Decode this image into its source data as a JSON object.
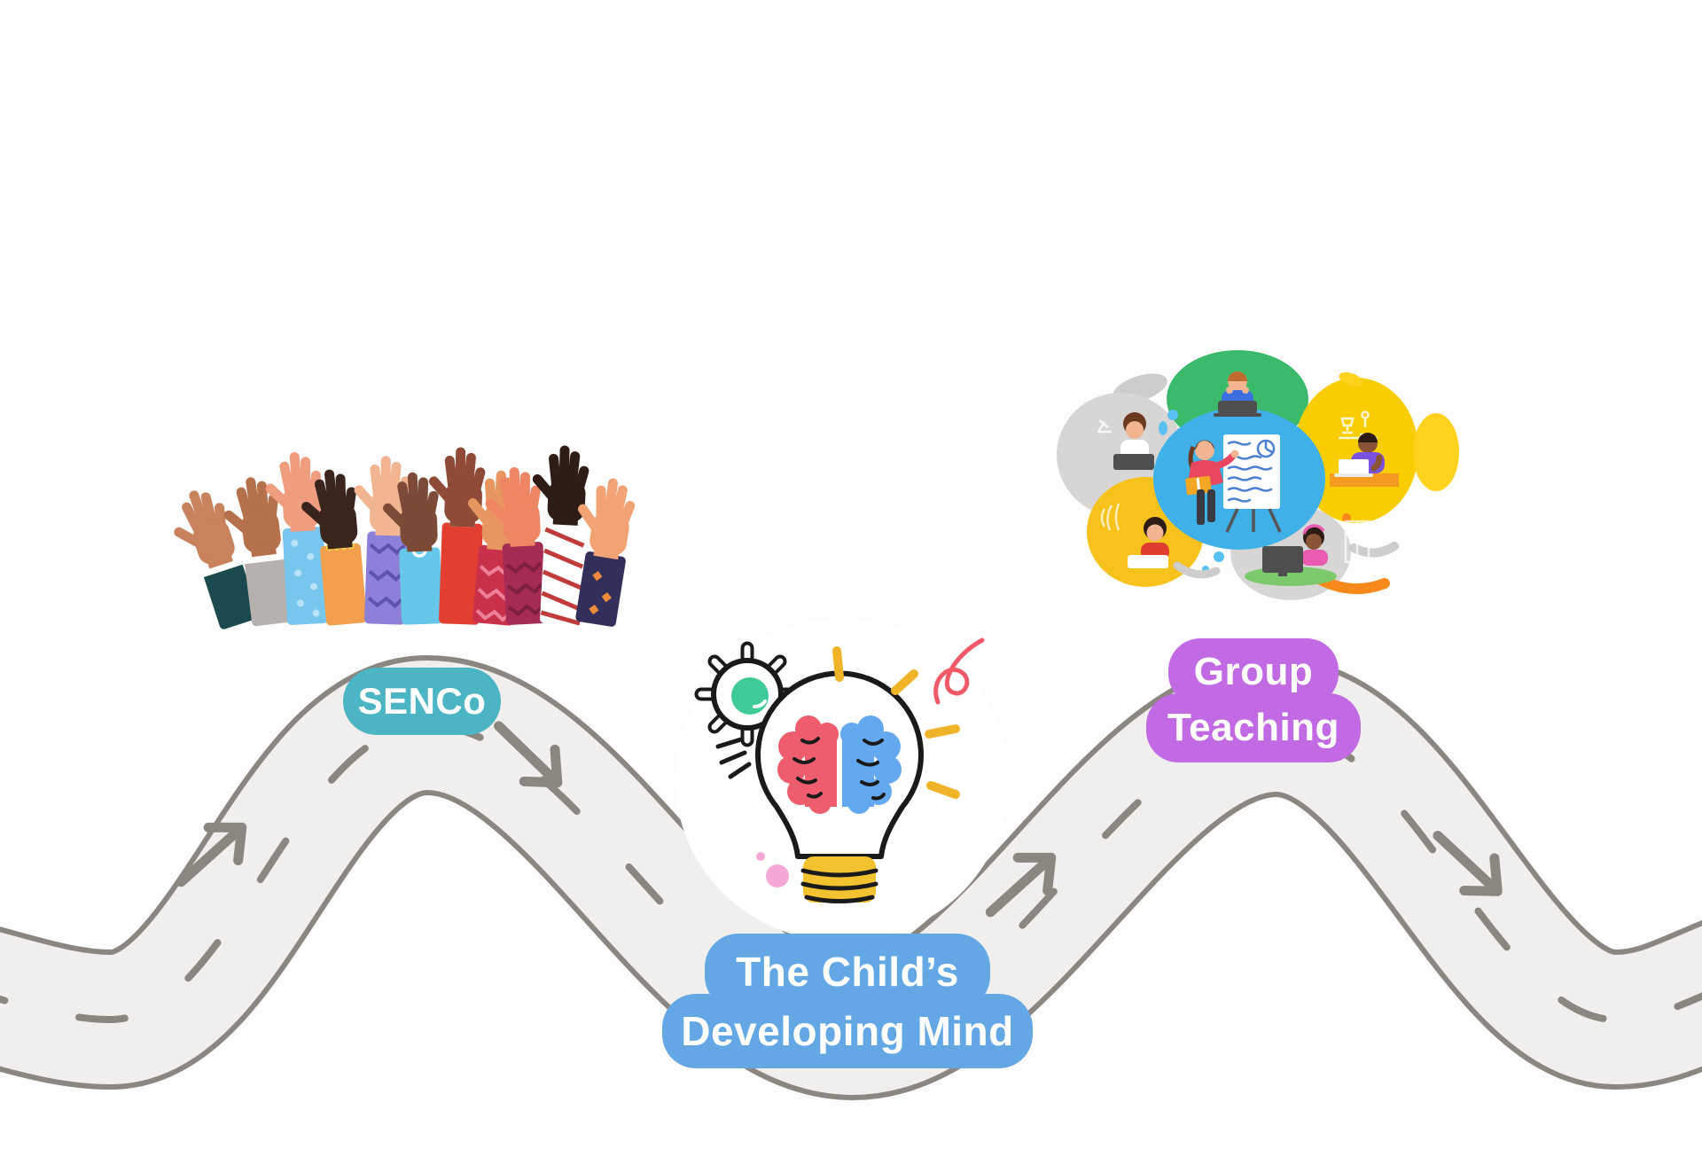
{
  "canvas": {
    "background": "#fdfdfd"
  },
  "road": {
    "fill": "#f0efed",
    "edge": "#8b8680",
    "marking": "#8b8680"
  },
  "milestones": [
    {
      "id": "senco",
      "lines": [
        "SENCo"
      ],
      "bg": "#4cb5c3",
      "text_color": "#ffffff"
    },
    {
      "id": "childs-developing-mind",
      "lines": [
        "The Child’s",
        "Developing Mind"
      ],
      "bg": "#63a8e4",
      "text_color": "#ffffff"
    },
    {
      "id": "group-teaching",
      "lines": [
        "Group",
        "Teaching"
      ],
      "bg": "#c16ae4",
      "text_color": "#ffffff"
    }
  ],
  "illustrations": {
    "raised_hands": {
      "items": [
        {
          "skin": "#c8825c",
          "sleeve": "#1b4a4e",
          "accent": "#ffffff"
        },
        {
          "skin": "#b5714b",
          "sleeve": "#b6b1ae",
          "accent": "#ffffff"
        },
        {
          "skin": "#ef9d7e",
          "sleeve": "#76c6ee",
          "accent": "#b8e2f7"
        },
        {
          "skin": "#3a251d",
          "sleeve": "#f2a04e",
          "accent": "#f7d44c"
        },
        {
          "skin": "#f2b591",
          "sleeve": "#8d80d8",
          "accent": "#5d52ae"
        },
        {
          "skin": "#7c4b37",
          "sleeve": "#66c7ea",
          "accent": "#ffffff"
        },
        {
          "skin": "#8f4b38",
          "sleeve": "#e23f31",
          "accent": "#ffffff"
        },
        {
          "skin": "#e8965f",
          "sleeve": "#c9314b",
          "accent": "#ef8099"
        },
        {
          "skin": "#ef8663",
          "sleeve": "#a62b52",
          "accent": "#7d1f3d"
        },
        {
          "skin": "#2e1d16",
          "sleeve": "#ffffff",
          "accent": "#c03b3b"
        },
        {
          "skin": "#f2a376",
          "sleeve": "#32305a",
          "accent": "#ef8a3c"
        }
      ]
    },
    "idea_bulb": {
      "outline": "#1a1a1a",
      "glass": "#ffffff",
      "backdrop": "#ffffff",
      "brain_left": "#ee5d6e",
      "brain_right": "#64a9f0",
      "base_yellow": "#f2c230",
      "gear_green": "#3ecb96",
      "ray_yellow": "#f0b429",
      "squiggle_red": "#f05a68",
      "dot_pink": "#f4a8d8"
    },
    "classroom_scene": {
      "blue_blob": "#3fb0e8",
      "green_blob": "#3cba6c",
      "yellow_blob": "#f9cd00",
      "yellow_blob2": "#f6c21b",
      "gray_blob": "#d8d6d4",
      "gray_blob2": "#cfcdcb",
      "accent_blue": "#59c2f2",
      "accent_yellow": "#ffd21e",
      "accent_orange": "#f5891a",
      "desk_orange": "#f59a20",
      "purple_shirt": "#7b52e0",
      "pink_shirt": "#e85bb0",
      "red_top": "#e8485f",
      "red_shirt": "#e03c30",
      "blue_shirt": "#3b6fe0",
      "white": "#ffffff",
      "laptop_dark": "#4f4f4f",
      "chart_blue": "#4a7fd4",
      "book_orange": "#f5a623",
      "skin_light": "#f2b591",
      "skin_dark": "#8a5536",
      "hair_brown": "#6b3a1f",
      "hair_dark": "#2e1d16",
      "hair_orange": "#c06a2e",
      "mat_green": "#7cc96d",
      "pants_dark": "#3a3a42",
      "easel_dark": "#555555"
    }
  }
}
